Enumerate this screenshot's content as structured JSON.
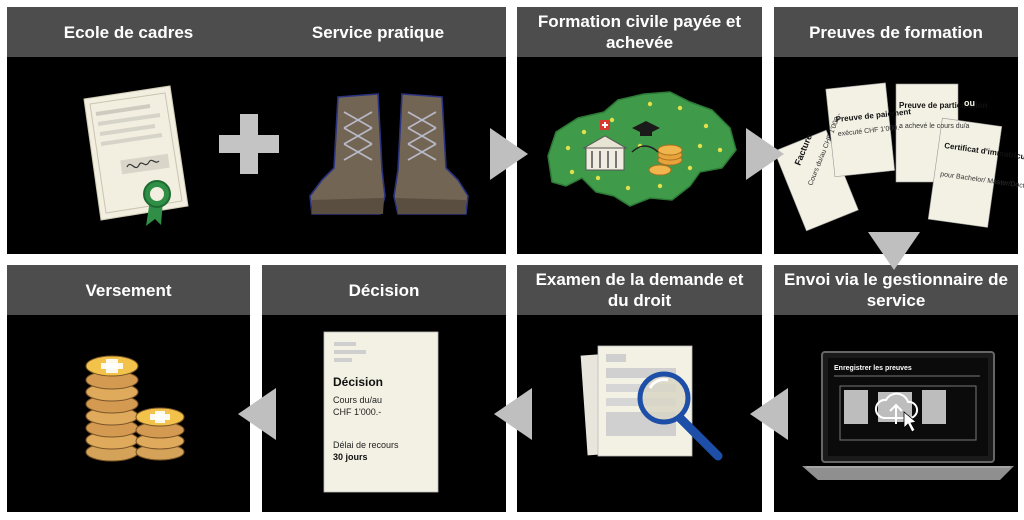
{
  "steps": {
    "ecole": "Ecole de cadres",
    "service": "Service pratique",
    "formation": "Formation civile payée et achevée",
    "preuves": "Preuves de formation",
    "envoi": "Envoi via le gestionnaire de service",
    "examen": "Examen de la demande et du droit",
    "decision": "Décision",
    "versement": "Versement"
  },
  "preuves_docs": {
    "facture_title": "Facture",
    "facture_body": "Cours du/au CHF 1'000.-",
    "paiement_title": "Preuve de paiement",
    "paiement_body": "exécuté CHF 1'000.-",
    "participation_title": "Preuve de participation",
    "participation_body": "a achevé le cours du/a",
    "ou": "ou",
    "certificat_title": "Certificat d'immatriculation",
    "certificat_body": "pour Bachelor/ Master/Doctorat"
  },
  "laptop": {
    "screen_title": "Enregistrer les preuves"
  },
  "decision_doc": {
    "title": "Décision",
    "line1": "Cours du/au",
    "line2": "CHF 1'000.-",
    "line3": "Délai de recours",
    "line4": "30 jours"
  },
  "colors": {
    "panel": "#000000",
    "header": "#4d4d4d",
    "arrow": "#bfbfbf",
    "map_green": "#3f9a4a",
    "coin": "#e9a33b",
    "paper": "#f3f1e4"
  }
}
